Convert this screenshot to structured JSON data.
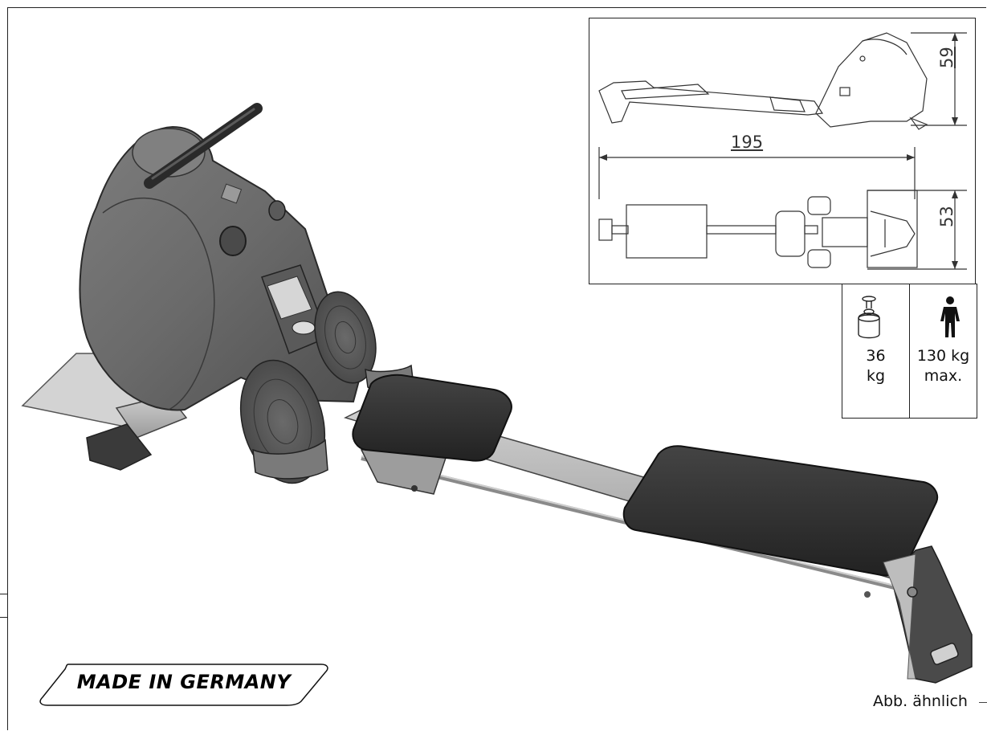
{
  "inset": {
    "length_label": "195",
    "height_label": "59",
    "width_label": "53"
  },
  "specs": {
    "weight_line1": "36",
    "weight_line2": "kg",
    "weight_icon": "weight-icon",
    "max_line1": "130 kg",
    "max_line2": "max.",
    "person_icon": "person-icon"
  },
  "badge": {
    "text": "MADE IN GERMANY"
  },
  "caption": "Abb. ähnlich",
  "colors": {
    "machine_body": "#6e6e6e",
    "cushion": "#2e2e2e",
    "rail": "#b9b9b9",
    "line": "#222222"
  }
}
